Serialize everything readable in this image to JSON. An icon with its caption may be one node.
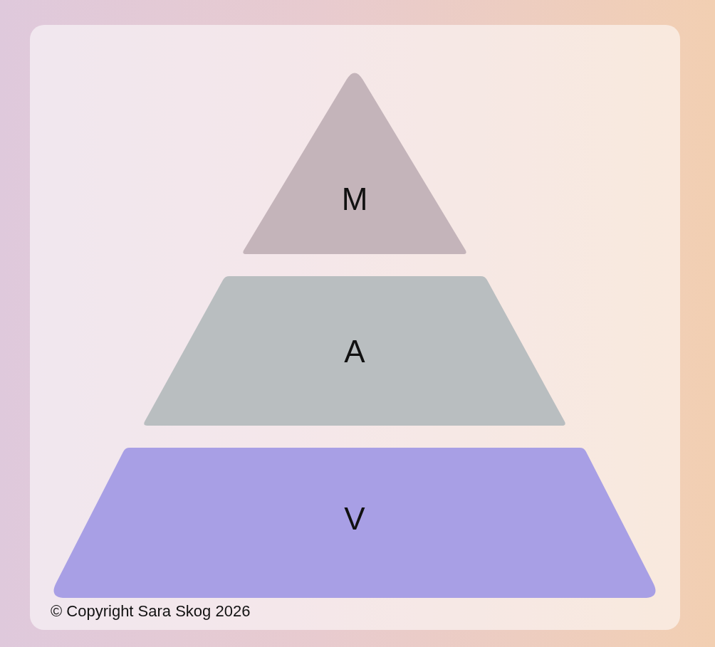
{
  "diagram": {
    "nodes": [
      {
        "text": [
          "M"
        ]
      },
      {
        "text": [
          "A"
        ]
      },
      {
        "text": [
          "V"
        ]
      }
    ],
    "labels": [
      "© Copyright Sara Skog 2026"
    ]
  }
}
